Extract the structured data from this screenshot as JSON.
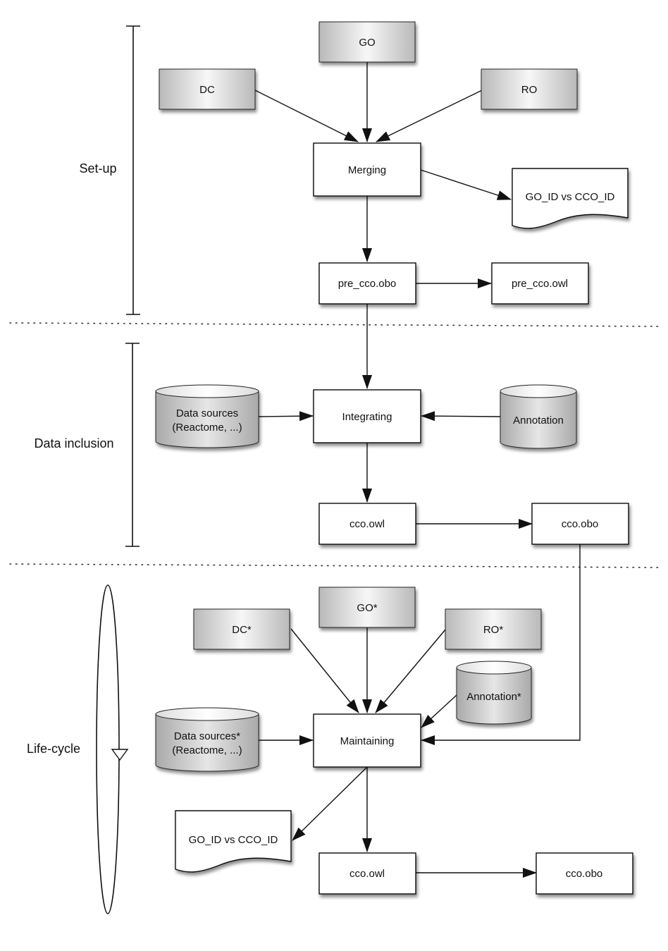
{
  "phases": {
    "setup": "Set-up",
    "data_inclusion": "Data inclusion",
    "life_cycle": "Life-cycle"
  },
  "setup": {
    "go": "GO",
    "dc": "DC",
    "ro": "RO",
    "merging": "Merging",
    "mapping_doc": "GO_ID vs CCO_ID",
    "pre_cco_obo": "pre_cco.obo",
    "pre_cco_owl": "pre_cco.owl"
  },
  "inclusion": {
    "data_sources_line1": "Data sources",
    "data_sources_line2": "(Reactome, ...)",
    "integrating": "Integrating",
    "annotation": "Annotation",
    "cco_owl": "cco.owl",
    "cco_obo": "cco.obo"
  },
  "lifecycle": {
    "go": "GO*",
    "dc": "DC*",
    "ro": "RO*",
    "annotation": "Annotation*",
    "data_sources_line1": "Data sources*",
    "data_sources_line2": "(Reactome, ...)",
    "maintaining": "Maintaining",
    "mapping_doc": "GO_ID vs CCO_ID",
    "cco_owl": "cco.owl",
    "cco_obo": "cco.obo"
  }
}
